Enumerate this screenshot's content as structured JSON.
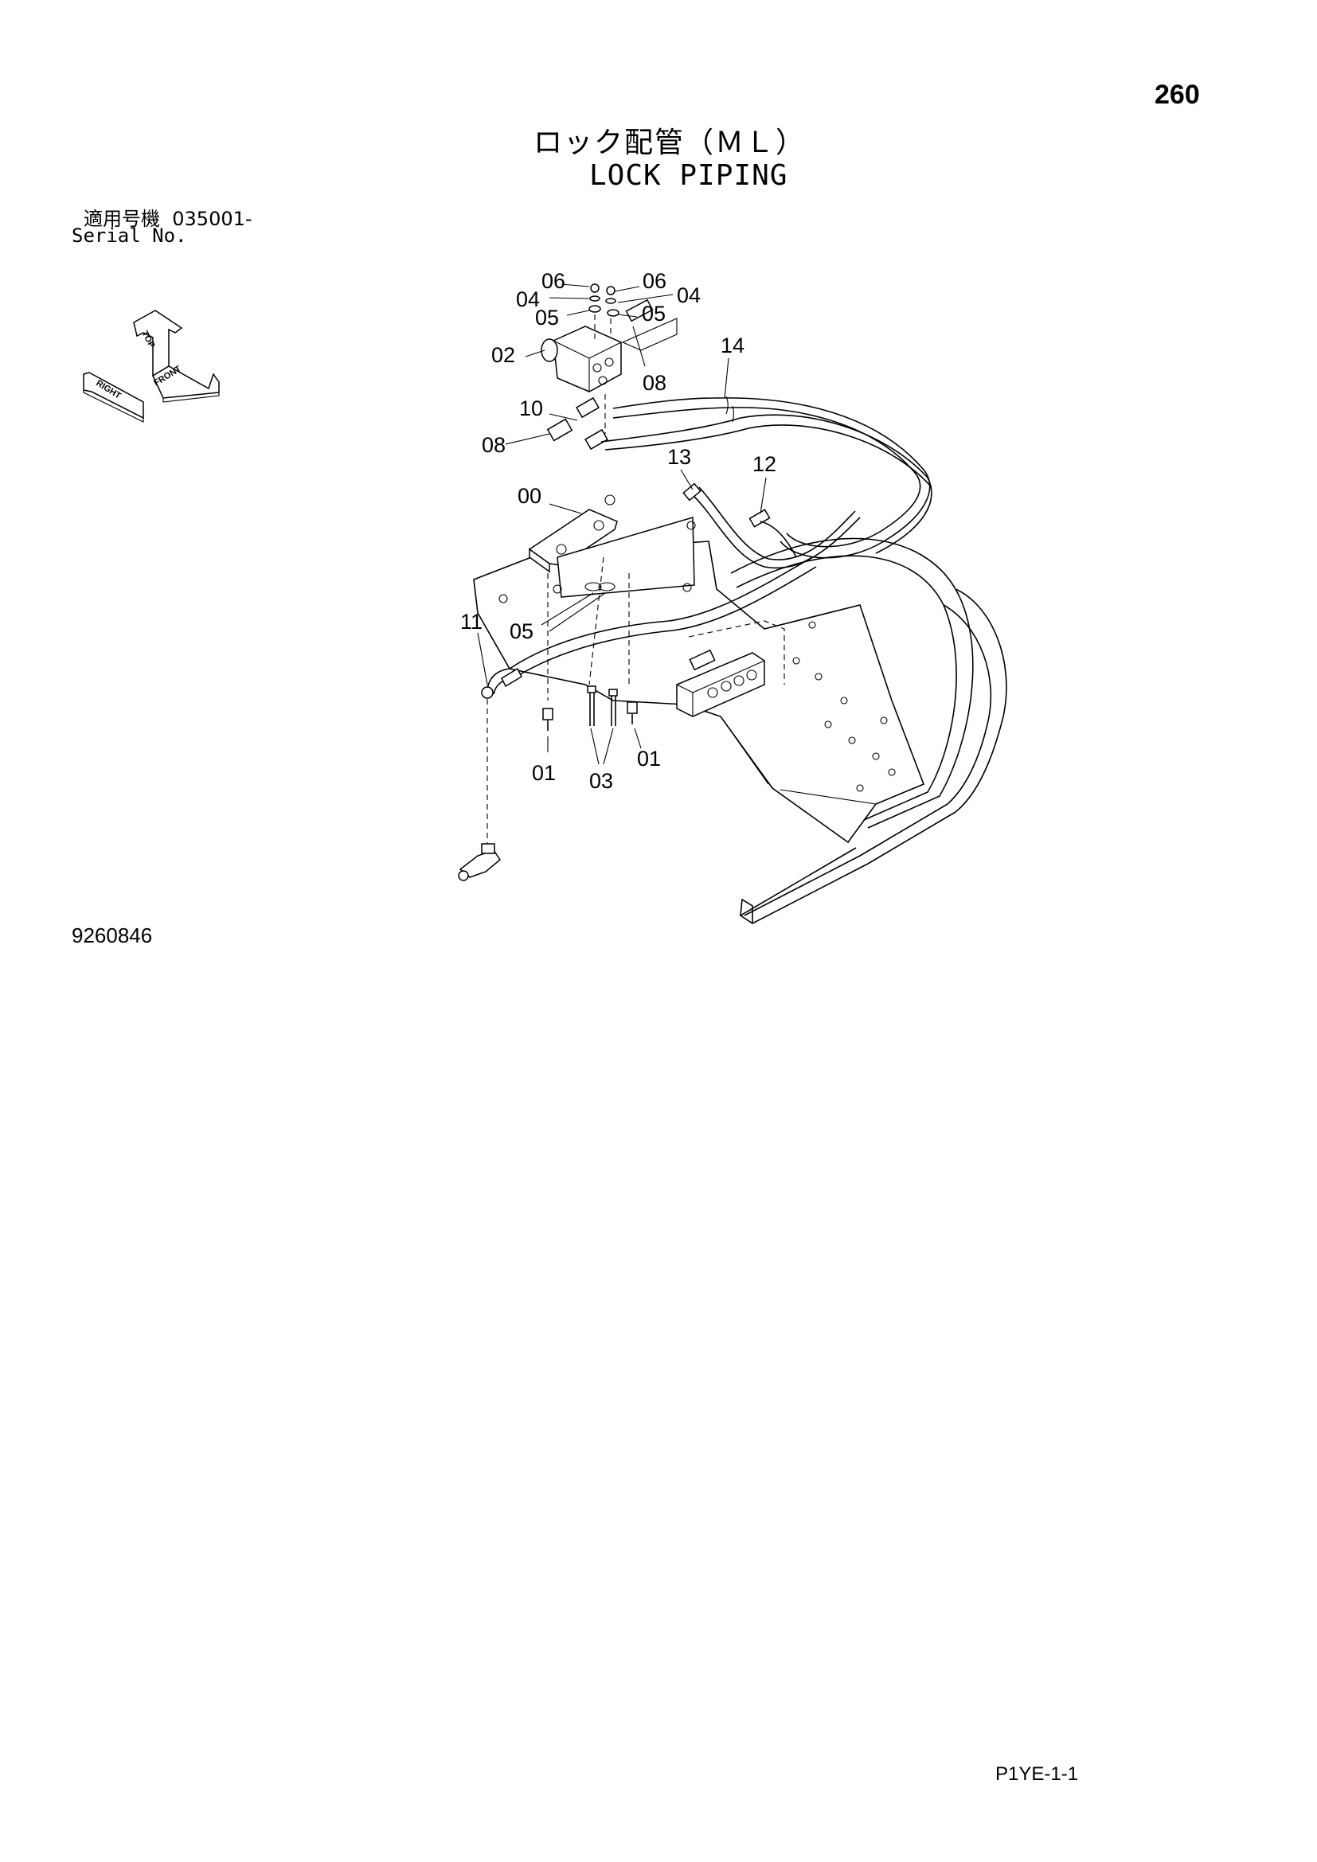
{
  "page_number": "260",
  "title_jp": "ロック配管（ＭＬ）",
  "title_en": "LOCK PIPING",
  "serial": {
    "label_jp": "適用号機",
    "value": "035001-",
    "label_en": "Serial No."
  },
  "orientation": {
    "top": "TOP",
    "right": "RIGHT",
    "front": "FRONT"
  },
  "callouts": {
    "p06a": "06",
    "p04a": "04",
    "p05a": "05",
    "p02": "02",
    "p10": "10",
    "p08a": "08",
    "p06b": "06",
    "p04b": "04",
    "p05b": "05",
    "p08b": "08",
    "p14": "14",
    "p13": "13",
    "p12": "12",
    "p00": "00",
    "p05c": "05",
    "p11": "11",
    "p01a": "01",
    "p03": "03",
    "p01b": "01"
  },
  "figure_number": "9260846",
  "page_ref": "P1YE-1-1"
}
